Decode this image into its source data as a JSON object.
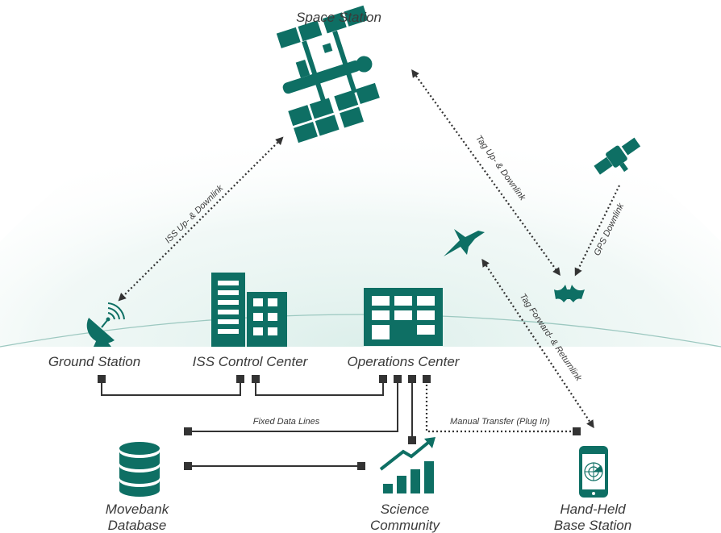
{
  "nodes": {
    "space_station": "Space Station",
    "ground_station": "Ground Station",
    "iss_control_center": "ISS Control Center",
    "operations_center": "Operations Center",
    "movebank_database": [
      "Movebank",
      "Database"
    ],
    "science_community": [
      "Science",
      "Community"
    ],
    "hand_held_base_station": [
      "Hand-Held",
      "Base Station"
    ]
  },
  "links": {
    "iss_link": "ISS Up- & Downlink",
    "tag_link": "Tag Up- & Downlink",
    "gps_link": "GPS Downlink",
    "tag_forward_link": "Tag Forward- & Returnlink",
    "fixed_data_lines": "Fixed Data Lines",
    "manual_transfer": "Manual Transfer (Plug In)"
  },
  "colors": {
    "accent": "#0e6f64",
    "sky": "#dff0ec",
    "line": "#333333"
  },
  "icons": [
    "satellite-dish-icon",
    "office-building-icon",
    "operations-building-icon",
    "database-icon",
    "growth-chart-icon",
    "smartphone-radar-icon",
    "space-station-icon",
    "gps-satellite-icon",
    "bird-icon",
    "bat-icon"
  ]
}
